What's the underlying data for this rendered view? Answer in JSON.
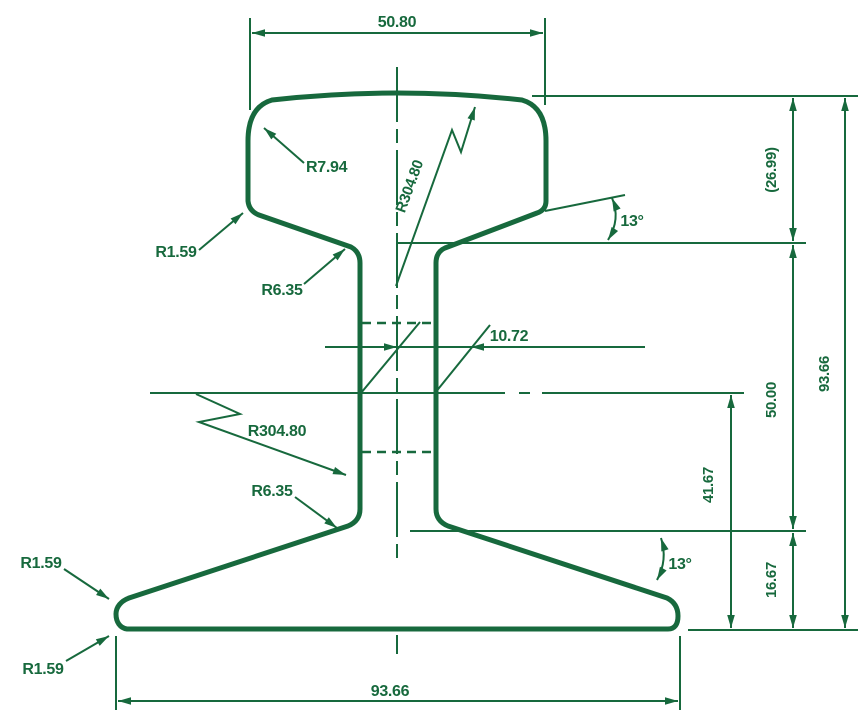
{
  "drawing": {
    "type": "rail-profile-cross-section",
    "line_color": "#17693D",
    "background_color": "#ffffff",
    "labels": {
      "head_width": "50.80",
      "head_corner_radius": "R7.94",
      "crown_radius": "R304.80",
      "head_underside_angle": "13°",
      "head_depth_ref": "(26.99)",
      "overall_height": "93.66",
      "head_underside_radius": "R1.59",
      "upper_web_fillet": "R6.35",
      "web_thickness": "10.72",
      "web_span_height": "50.00",
      "web_face_radius": "R304.80",
      "neutral_axis_to_base": "41.67",
      "lower_web_fillet": "R6.35",
      "base_top_angle": "13°",
      "base_edge_height": "16.67",
      "base_tip_radius_top": "R1.59",
      "base_tip_radius_bottom": "R1.59",
      "base_width": "93.66"
    }
  }
}
